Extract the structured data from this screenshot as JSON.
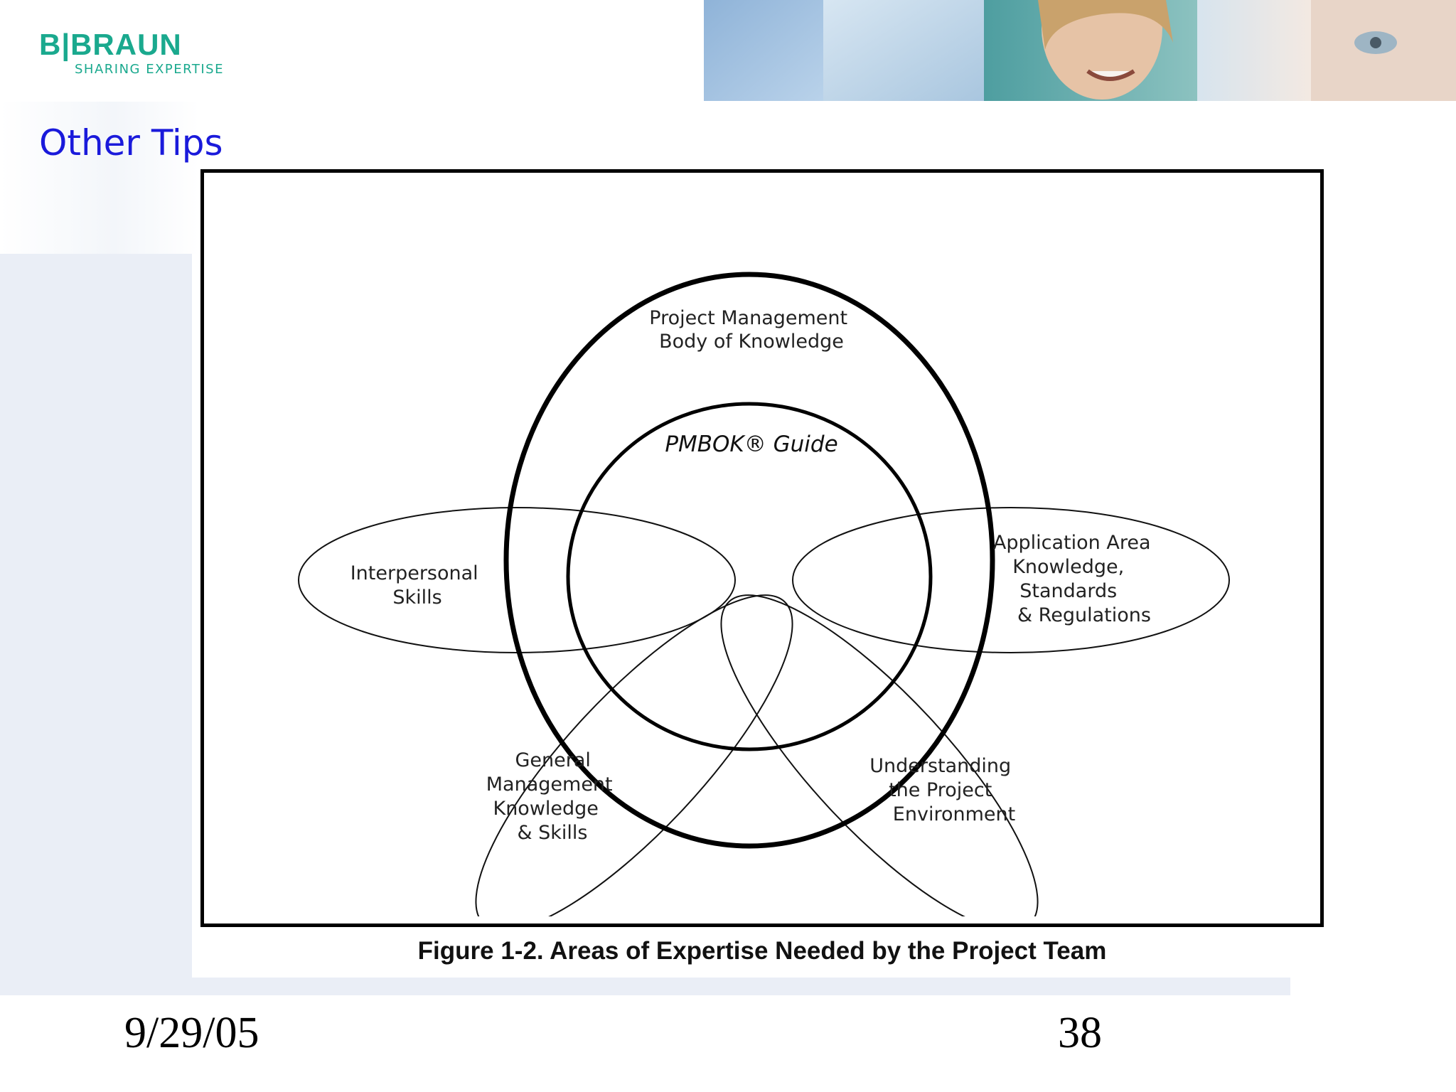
{
  "logo": {
    "brand": "B|BRAUN",
    "tagline": "SHARING EXPERTISE",
    "color": "#1aa98e"
  },
  "slide": {
    "title": "Other Tips",
    "title_color": "#1a1adb"
  },
  "diagram": {
    "pmbok_body": [
      "Project Management",
      "Body of Knowledge"
    ],
    "pmbok_guide": "PMBOK® Guide",
    "interpersonal": [
      "Interpersonal",
      "Skills"
    ],
    "application": [
      "Application Area",
      "Knowledge,",
      "Standards",
      "& Regulations"
    ],
    "general": [
      "General",
      "Management",
      "Knowledge",
      "& Skills"
    ],
    "environment": [
      "Understanding",
      "the Project",
      "Environment"
    ],
    "caption": "Figure 1-2. Areas of Expertise Needed by the Project Team"
  },
  "footer": {
    "date": "9/29/05",
    "page": "38"
  }
}
